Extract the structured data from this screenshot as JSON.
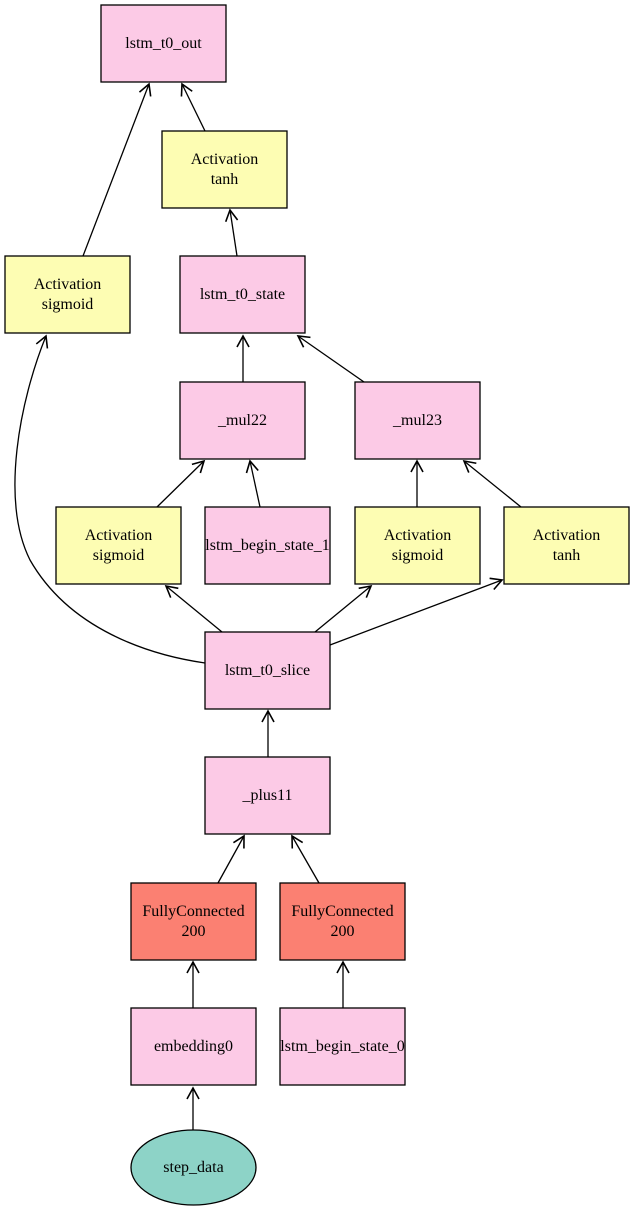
{
  "colors": {
    "variable": "#fccae6",
    "activation": "#fdfdb3",
    "fully_connected": "#fb8072",
    "input": "#8dd3c7"
  },
  "nodes": {
    "lstm_t0_out": {
      "lines": [
        "lstm_t0_out"
      ],
      "kind": "variable"
    },
    "act_tanh_top": {
      "lines": [
        "Activation",
        "tanh"
      ],
      "kind": "activation"
    },
    "act_sigmoid_left": {
      "lines": [
        "Activation",
        "sigmoid"
      ],
      "kind": "activation"
    },
    "lstm_t0_state": {
      "lines": [
        "lstm_t0_state"
      ],
      "kind": "variable"
    },
    "mul22": {
      "lines": [
        "_mul22"
      ],
      "kind": "variable"
    },
    "mul23": {
      "lines": [
        "_mul23"
      ],
      "kind": "variable"
    },
    "act_sigmoid_1": {
      "lines": [
        "Activation",
        "sigmoid"
      ],
      "kind": "activation"
    },
    "lstm_begin_state_1": {
      "lines": [
        "lstm_begin_state_1"
      ],
      "kind": "variable"
    },
    "act_sigmoid_2": {
      "lines": [
        "Activation",
        "sigmoid"
      ],
      "kind": "activation"
    },
    "act_tanh_2": {
      "lines": [
        "Activation",
        "tanh"
      ],
      "kind": "activation"
    },
    "lstm_t0_slice": {
      "lines": [
        "lstm_t0_slice"
      ],
      "kind": "variable"
    },
    "plus11": {
      "lines": [
        "_plus11"
      ],
      "kind": "variable"
    },
    "fc_left": {
      "lines": [
        "FullyConnected",
        "200"
      ],
      "kind": "fully_connected"
    },
    "fc_right": {
      "lines": [
        "FullyConnected",
        "200"
      ],
      "kind": "fully_connected"
    },
    "embedding0": {
      "lines": [
        "embedding0"
      ],
      "kind": "variable"
    },
    "lstm_begin_state_0": {
      "lines": [
        "lstm_begin_state_0"
      ],
      "kind": "variable"
    },
    "step_data": {
      "lines": [
        "step_data"
      ],
      "kind": "input"
    }
  },
  "edges": [
    {
      "from": "step_data",
      "to": "embedding0"
    },
    {
      "from": "embedding0",
      "to": "fc_left"
    },
    {
      "from": "lstm_begin_state_0",
      "to": "fc_right"
    },
    {
      "from": "fc_left",
      "to": "plus11"
    },
    {
      "from": "fc_right",
      "to": "plus11"
    },
    {
      "from": "plus11",
      "to": "lstm_t0_slice"
    },
    {
      "from": "lstm_t0_slice",
      "to": "act_sigmoid_1"
    },
    {
      "from": "lstm_t0_slice",
      "to": "act_sigmoid_2"
    },
    {
      "from": "lstm_t0_slice",
      "to": "act_tanh_2"
    },
    {
      "from": "lstm_t0_slice",
      "to": "act_sigmoid_left"
    },
    {
      "from": "act_sigmoid_1",
      "to": "mul22"
    },
    {
      "from": "lstm_begin_state_1",
      "to": "mul22"
    },
    {
      "from": "act_sigmoid_2",
      "to": "mul23"
    },
    {
      "from": "act_tanh_2",
      "to": "mul23"
    },
    {
      "from": "mul22",
      "to": "lstm_t0_state"
    },
    {
      "from": "mul23",
      "to": "lstm_t0_state"
    },
    {
      "from": "lstm_t0_state",
      "to": "act_tanh_top"
    },
    {
      "from": "act_tanh_top",
      "to": "lstm_t0_out"
    },
    {
      "from": "act_sigmoid_left",
      "to": "lstm_t0_out"
    }
  ]
}
